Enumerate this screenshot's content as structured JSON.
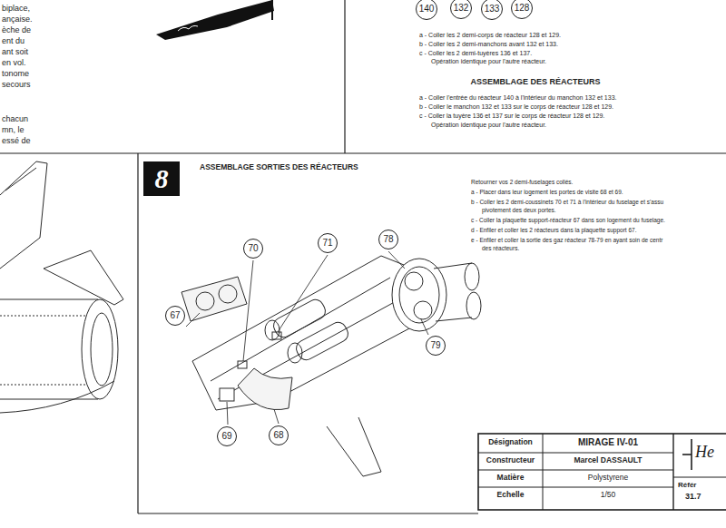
{
  "diagram": {
    "nodes": [
      {
        "text": [
          "140"
        ]
      },
      {
        "text": [
          "132"
        ]
      },
      {
        "text": [
          "133"
        ]
      },
      {
        "text": [
          "128"
        ]
      },
      {
        "text": [
          "8"
        ]
      },
      {
        "text": [
          "70"
        ]
      },
      {
        "text": [
          "71"
        ]
      },
      {
        "text": [
          "78"
        ]
      },
      {
        "text": [
          "67"
        ]
      },
      {
        "text": [
          "79"
        ]
      },
      {
        "text": [
          "69"
        ]
      },
      {
        "text": [
          "68"
        ]
      }
    ],
    "labels": [
      "biplace,",
      "ançaise.",
      "èche de",
      "ent du",
      "ant soit",
      "en vol.",
      "tonome",
      "secours",
      "chacun",
      "mn, le",
      "essé de",
      "a - Coller les 2 demi-corps de réacteur 128 et 129.",
      "b - Coller les 2 demi-manchons avant 132 et 133.",
      "c - Coller les 2 demi-tuyères 136 et 137.",
      "Opération identique pour l'autre réacteur.",
      "ASSEMBLAGE DES RÉACTEURS",
      "a - Coller l'entrée du réacteur 140 à l'intérieur du manchon 132 et 133.",
      "b - Coller le manchon 132 et 133 sur le corps de réacteur 128 et 129.",
      "c - Coller la tuyère 136 et 137 sur le corps de réacteur 128 et 129.",
      "Opération identique pour l'autre réacteur.",
      "ASSEMBLAGE SORTIES DES RÉACTEURS",
      "Retourner vos 2 demi-fuselages collés.",
      "a - Placer dans leur logement les portes de visite 68 et 69.",
      "b - Coller les 2 demi-coussinets 70 et 71 à l'intérieur du fuselage et s'assu",
      "pivotement des deux portes.",
      "c - Coller la plaquette support-réacteur 67 dans son logement du fuselage.",
      "d - Enfiler et coller les 2 réacteurs dans la plaquette support 67.",
      "e - Enfiler et coller la sortie des gaz réacteur 78-79 en ayant soin de centr",
      "des réacteurs.",
      "Désignation",
      "MIRAGE IV-01",
      "Constructeur",
      "Marcel DASSAULT",
      "Matière",
      "Polystyrene",
      "Echelle",
      "1/50",
      "He",
      "Référ",
      "31.7"
    ]
  }
}
